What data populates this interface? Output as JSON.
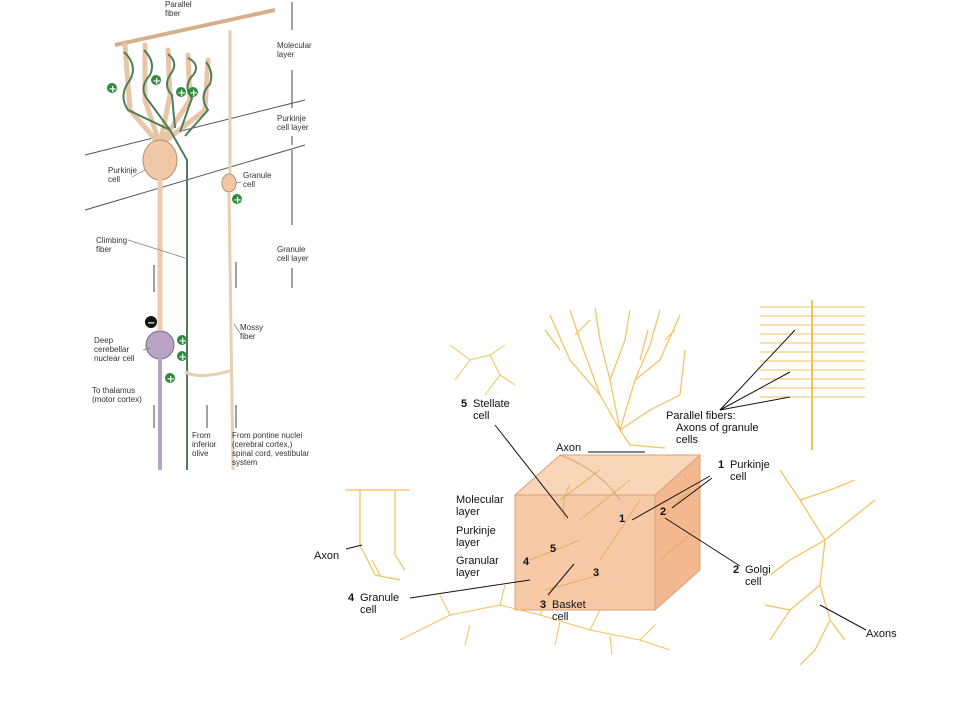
{
  "left_diagram": {
    "labels": {
      "parallel_fiber": [
        "Parallel",
        "fiber"
      ],
      "molecular_layer": [
        "Molecular",
        "layer"
      ],
      "purkinje_cell_layer": [
        "Purkinje",
        "cell layer"
      ],
      "purkinje_cell": [
        "Purkinje",
        "cell"
      ],
      "granule_cell": [
        "Granule",
        "cell"
      ],
      "granule_cell_layer": [
        "Granule",
        "cell layer"
      ],
      "climbing_fiber": [
        "Climbing",
        "fiber"
      ],
      "mossy_fiber": [
        "Mossy",
        "fiber"
      ],
      "deep_nuclear_cell": [
        "Deep",
        "cerebellar",
        "nuclear cell"
      ],
      "to_thalamus": [
        "To thalamus",
        "(motor cortex)"
      ],
      "from_inferior_olive": [
        "From",
        "inferior",
        "olive"
      ],
      "from_pontine": [
        "From pontine nuclei",
        "(cerebral cortex,)",
        "spinal cord, vestibular",
        "system"
      ]
    },
    "signs": {
      "excitatory": "+",
      "inhibitory": "−"
    },
    "colors": {
      "purkinje": "#f1c9a8",
      "climbing_fiber": "#4e7d5b",
      "nuclear_cell": "#b9a3c4",
      "excitatory": "#2e8b3a",
      "inhibitory": "#111111"
    }
  },
  "right_diagram": {
    "labels": {
      "stellate_cell": [
        "Stellate",
        "cell"
      ],
      "stellate_num": "5",
      "axon_top": "Axon",
      "parallel_fibers": [
        "Parallel fibers:",
        "Axons of granule",
        "cells"
      ],
      "purkinje_cell": [
        "Purkinje",
        "cell"
      ],
      "purkinje_num": "1",
      "molecular_layer": [
        "Molecular",
        "layer"
      ],
      "purkinje_layer": [
        "Purkinje",
        "layer"
      ],
      "granular_layer": [
        "Granular",
        "layer"
      ],
      "axon_left": "Axon",
      "granule_cell": [
        "Granule",
        "cell"
      ],
      "granule_num": "4",
      "basket_cell": [
        "Basket",
        "cell"
      ],
      "basket_num": "3",
      "golgi_cell": [
        "Golgi",
        "cell"
      ],
      "golgi_num": "2",
      "axons_right": "Axons",
      "block_numbers": [
        "1",
        "2",
        "3",
        "4",
        "5"
      ]
    },
    "colors": {
      "block": "#f7c9a6",
      "neuron": "#f2c15a"
    }
  }
}
